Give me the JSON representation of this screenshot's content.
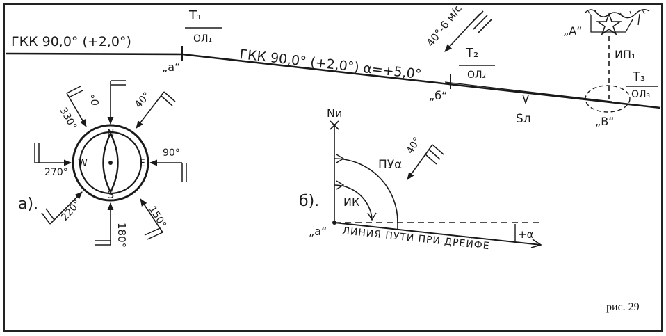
{
  "figure": {
    "caption": "рис. 29",
    "frame_color": "#222222",
    "ink_color": "#1a1a1a",
    "background": "#ffffff"
  },
  "track": {
    "course_left": "ГКК 90,0° (+2,0°)",
    "course_right": "ГКК 90,0° (+2,0°) α=+5,0°",
    "wind_label": "40°-6 м/с",
    "points": {
      "a": "„а“",
      "b": "„б“",
      "v": "„В“",
      "A": "„А“"
    },
    "times": [
      {
        "t": "T₁",
        "ol": "ОЛ₁"
      },
      {
        "t": "T₂",
        "ol": "ОЛ₂"
      },
      {
        "t": "T₃",
        "ol": "ОЛ₃"
      }
    ],
    "ip_label": "ИП₁",
    "distance_label": "Sл"
  },
  "compass": {
    "panel_label": "а).",
    "cardinals": {
      "n": "N",
      "e": "E",
      "s": "S",
      "w": "W"
    },
    "winds": [
      "0°",
      "40°",
      "90°",
      "150°",
      "180°",
      "220°",
      "270°",
      "330°"
    ]
  },
  "drift": {
    "panel_label": "б).",
    "north_label": "Nи",
    "course_label": "ПУα",
    "heading_label": "ИК",
    "wind_label": "40°",
    "origin_label": "„а“",
    "track_line_label": "ЛИНИЯ ПУТИ ПРИ ДРЕЙФЕ",
    "angle_label": "+α"
  }
}
